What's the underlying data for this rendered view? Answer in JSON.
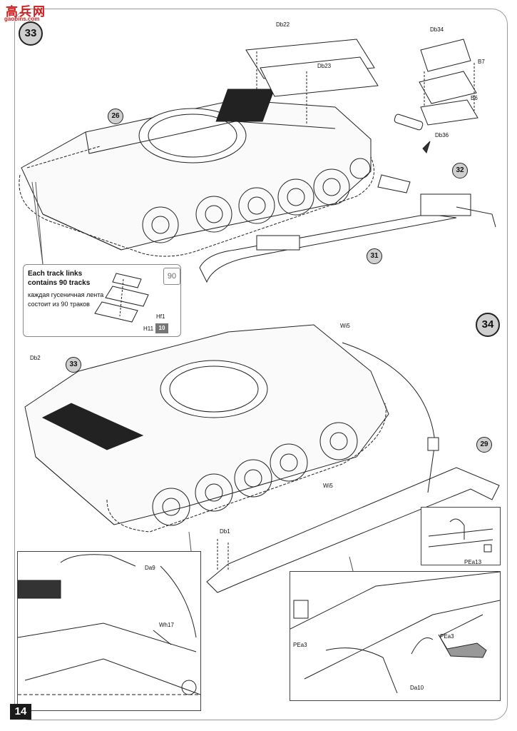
{
  "watermark": {
    "title": "高兵网",
    "url": "gaobins.com"
  },
  "steps": {
    "step33": "33",
    "step34": "34"
  },
  "refs": {
    "r26": "26",
    "r32": "32",
    "r31": "31",
    "r33": "33",
    "r29": "29"
  },
  "labels": {
    "db22": "Db22",
    "db23": "Db23",
    "db34": "Db34",
    "b7": "B7",
    "b6": "B6",
    "db36": "Db36",
    "hf1": "Hf1",
    "h11": "H11",
    "db2": "Db2",
    "wi5_top": "Wi5",
    "wi5_mid": "Wi5",
    "db1": "Db1",
    "pea13": "PEa13",
    "da9": "Da9",
    "wh17": "Wh17",
    "pea3_left": "PEa3",
    "pea3_right": "PEa3",
    "da10": "Da10"
  },
  "track_note": {
    "english": "Each track links contains 90 tracks",
    "russian": "каждая гусеничная лента состоит из 90 траков",
    "count": "90",
    "box_number": "10"
  },
  "page_number": "14"
}
